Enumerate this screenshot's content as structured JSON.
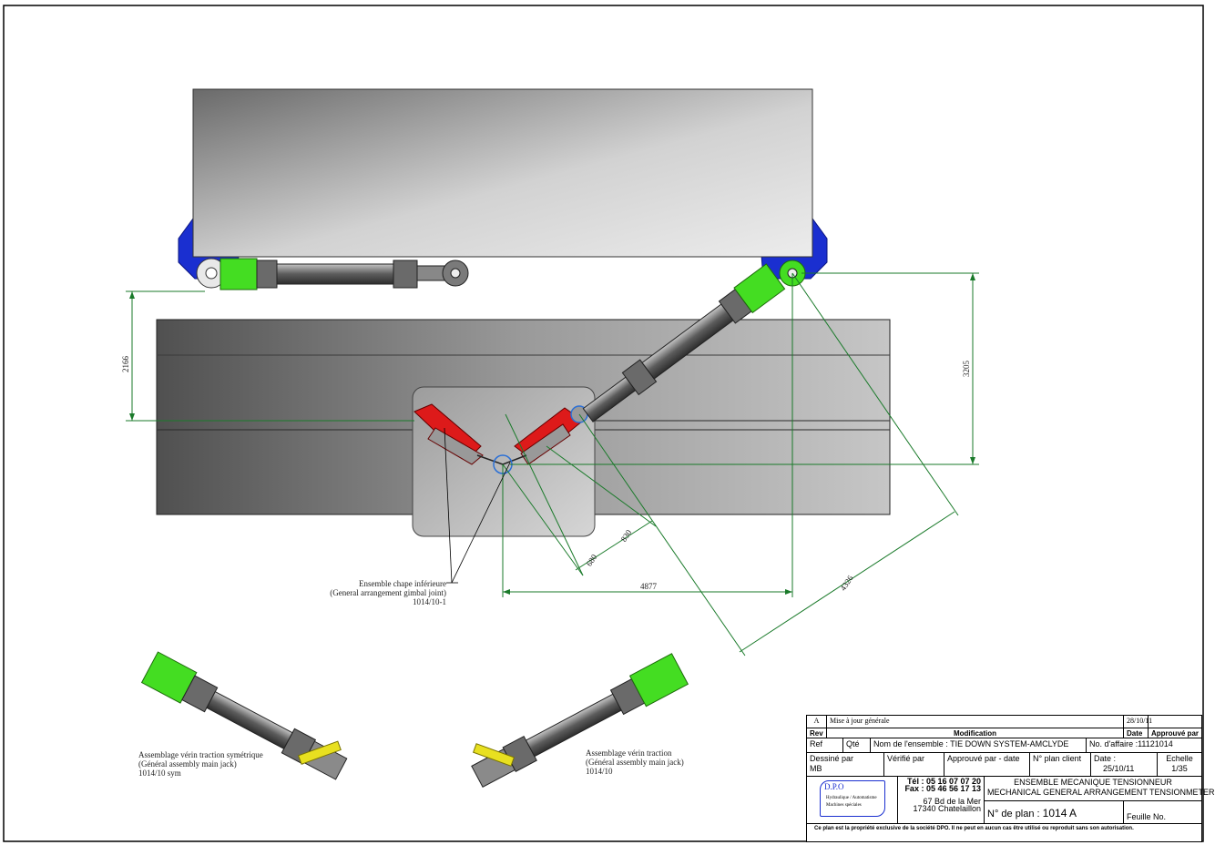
{
  "dimensions": {
    "d2166": "2166",
    "d3205": "3205",
    "d4877": "4877",
    "d4326": "4326",
    "d680": "680",
    "d830": "830"
  },
  "annotations": {
    "gimbal": [
      "Ensemble chape inférieure",
      "(General arrangement gimbal joint)",
      "1014/10-1"
    ],
    "jack_sym": [
      "Assemblage vérin traction symétrique",
      "(Général assembly main jack)",
      "1014/10 sym"
    ],
    "jack": [
      "Assemblage vérin traction",
      "(Général assembly main jack)",
      "1014/10"
    ]
  },
  "title_block": {
    "rev_letter": "A",
    "rev_text": "Mise à jour générale",
    "rev_date": "28/10/11",
    "h_rev": "Rev",
    "h_modification": "Modification",
    "h_date": "Date",
    "h_approuve": "Approuvé par",
    "h_ref": "Ref",
    "h_qte": "Qté",
    "nom_ensemble": "Nom de l'ensemble : TIE DOWN SYSTEM-AMCLYDE",
    "no_affaire": "No. d'affaire :11121014",
    "h_dessine": "Dessiné par",
    "dessine": "MB",
    "h_verifie": "Vérifié par",
    "h_approuve_date": "Approuvé par - date",
    "h_plan_client": "N° plan client",
    "h_date2": "Date :",
    "date": "25/10/11",
    "h_echelle": "Echelle",
    "echelle": "1/35",
    "logo_name": "D.P.O",
    "logo_line1": "Hydraulique / Automatisme",
    "logo_line2": "Machines spéciales",
    "tel": "Tél : 05 16 07 07 20",
    "fax": "Fax : 05 46 56 17 13",
    "addr1": "67 Bd de la Mer",
    "addr2": "17340 Chatelaillon",
    "title_fr": "ENSEMBLE MECANIQUE TENSIONNEUR",
    "title_en": "MECHANICAL GENERAL ARRANGEMENT TENSIONMETER",
    "h_plan": "N° de plan :",
    "plan_no": "1014  A",
    "h_feuille": "Feuille No.",
    "disclaimer": "Ce plan est la propriété exclusive de la société DPO. Il ne peut en aucun cas être utilisé ou reproduit sans son autorisation."
  },
  "colors": {
    "dimension": "#1a7a2a",
    "jack_green": "#44dd22",
    "bracket_blue": "#1a2fd0",
    "joint_red": "#dd1a1a",
    "gimbal_highlight": "#2a6fd6",
    "stud_yellow": "#e8e020"
  }
}
